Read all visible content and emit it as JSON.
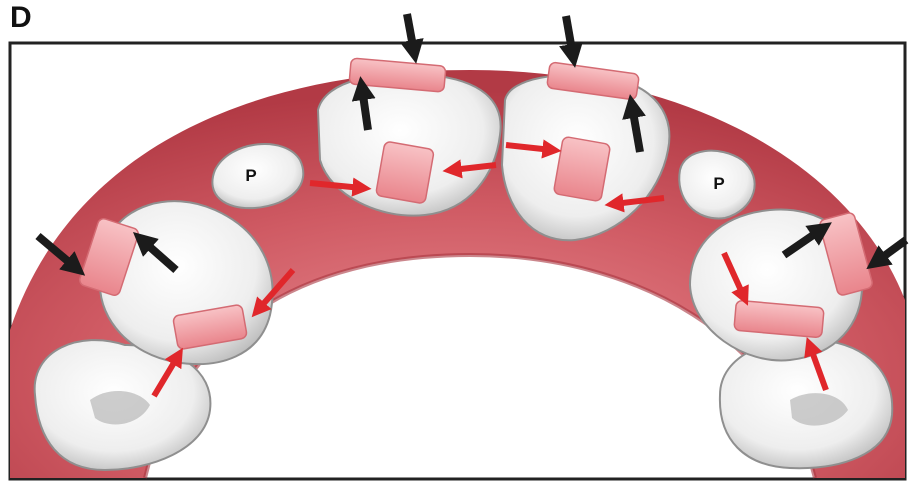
{
  "figure": {
    "panel_letter": "D",
    "tooth_labels": [
      "P",
      "P"
    ],
    "colors": {
      "gingiva": "#cf5a63",
      "gingiva_dark": "#b23a45",
      "tooth": "#f4f4f4",
      "tooth_shadow": "#b9b9b9",
      "attachment": "#f19aa0",
      "red_arrow": "#e0272b",
      "black_arrow": "#1b1b1b",
      "frame": "#222222"
    }
  }
}
